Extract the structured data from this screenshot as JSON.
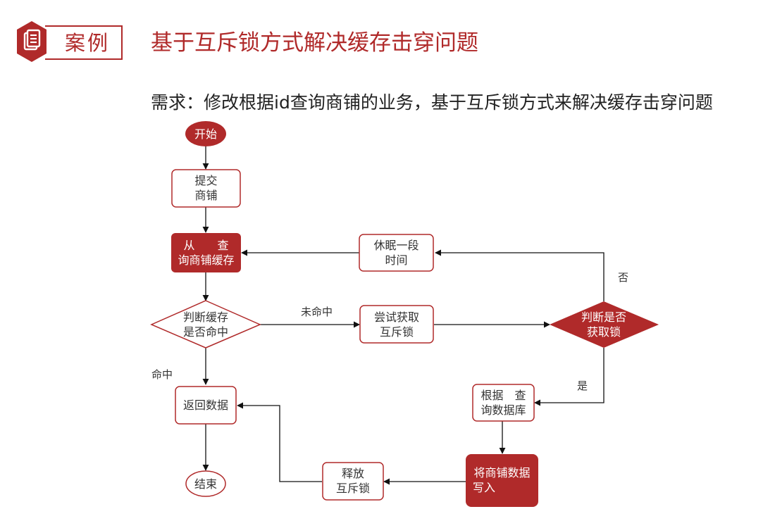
{
  "header": {
    "icon": "document-icon",
    "case_label": "案例",
    "title": "基于互斥锁方式解决缓存击穿问题"
  },
  "requirement": "需求：修改根据id查询商铺的业务，基于互斥锁方式来解决缓存击穿问题",
  "colors": {
    "accent": "#b02a2a",
    "text": "#333333"
  },
  "flow": {
    "start": "开始",
    "submit_l1": "提交",
    "submit_l2": "商铺",
    "query_l1": "从　　查",
    "query_l2": "询商铺缓存",
    "judge_cache_l1": "判断缓存",
    "judge_cache_l2": "是否命中",
    "try_lock_l1": "尝试获取",
    "try_lock_l2": "互斥锁",
    "judge_lock_l1": "判断是否",
    "judge_lock_l2": "获取锁",
    "sleep_l1": "休眠一段",
    "sleep_l2": "时间",
    "query_db_l1": "根据　查",
    "query_db_l2": "询数据库",
    "write_l1": "将商铺数据",
    "write_l2": "写入",
    "release_l1": "释放",
    "release_l2": "互斥锁",
    "return_data": "返回数据",
    "end": "结束",
    "label_miss": "未命中",
    "label_hit": "命中",
    "label_no": "否",
    "label_yes": "是"
  }
}
